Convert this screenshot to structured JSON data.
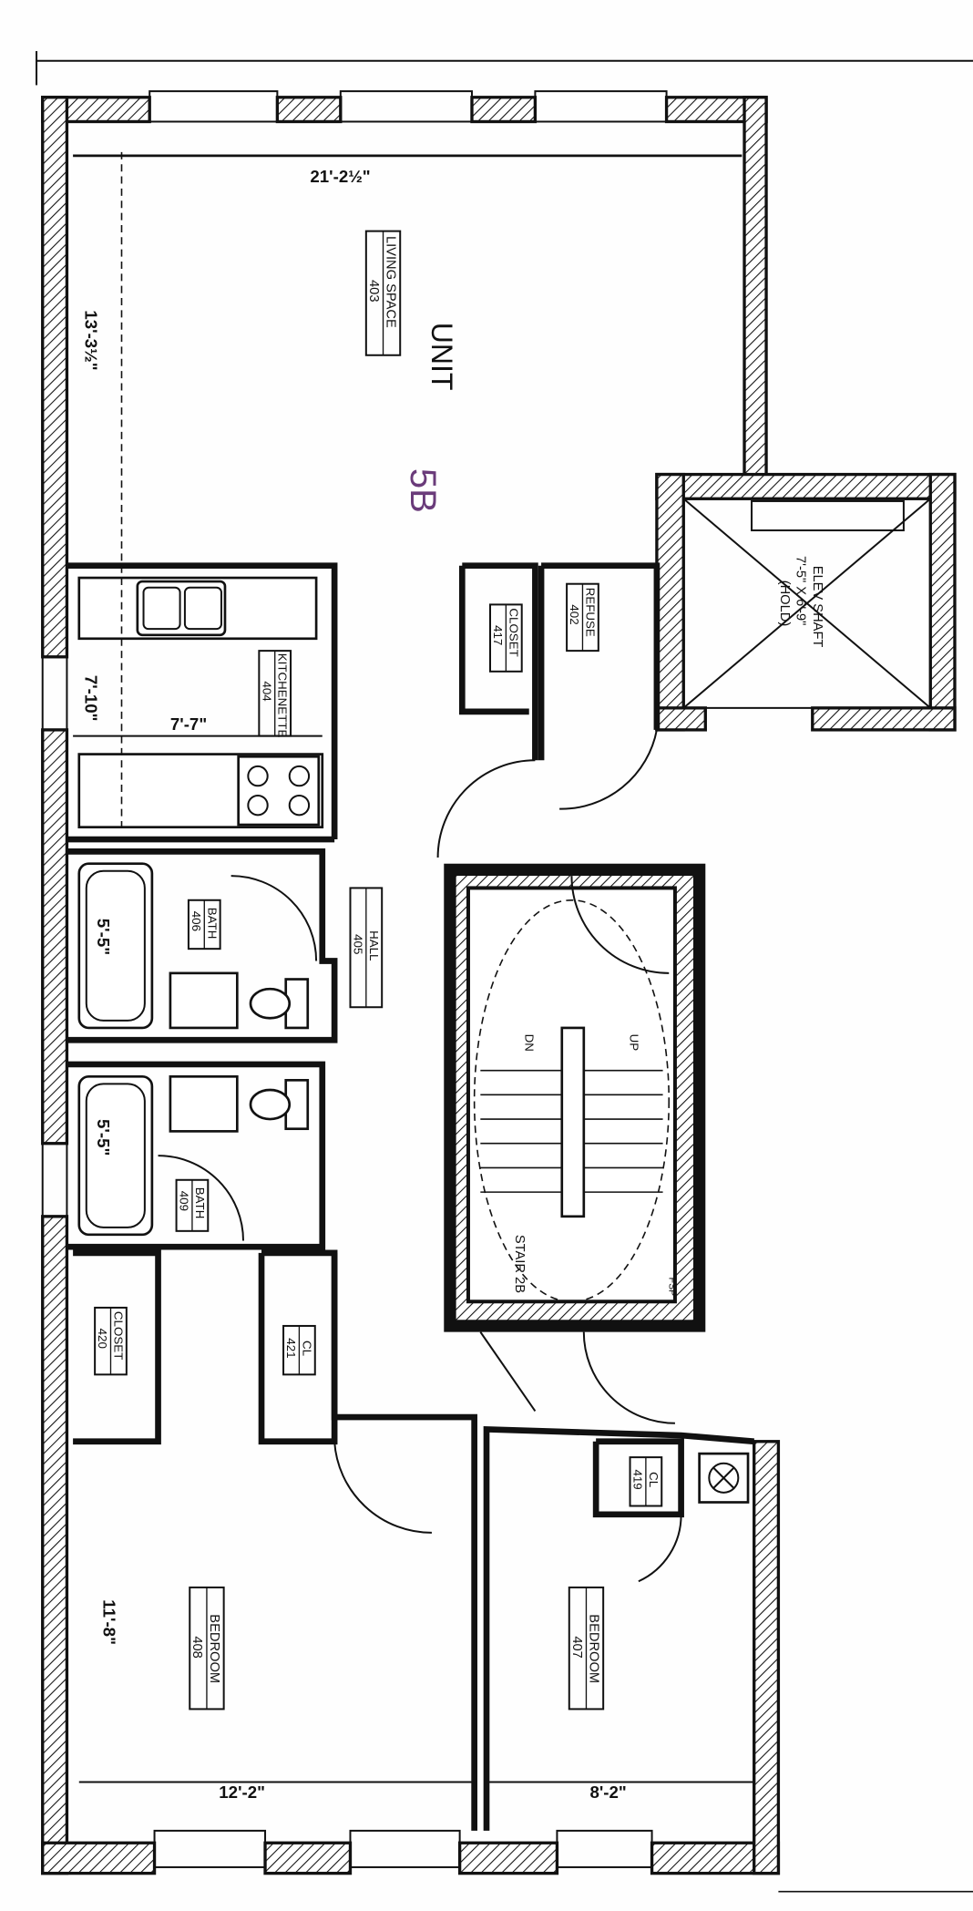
{
  "plan": {
    "unit_label": "UNIT",
    "unit_handwritten": "5B",
    "rooms": {
      "living": {
        "name": "LIVING SPACE",
        "number": "403"
      },
      "kitchenette": {
        "name": "KITCHENETTE",
        "number": "404"
      },
      "bath_406": {
        "name": "BATH",
        "number": "406"
      },
      "hall": {
        "name": "HALL",
        "number": "405"
      },
      "bath_409": {
        "name": "BATH",
        "number": "409"
      },
      "closet_420": {
        "name": "CLOSET",
        "number": "420"
      },
      "cl_421": {
        "name": "CL",
        "number": "421"
      },
      "bedroom_408": {
        "name": "BEDROOM",
        "number": "408"
      },
      "bedroom_407": {
        "name": "BEDROOM",
        "number": "407"
      },
      "cl_419": {
        "name": "CL",
        "number": "419"
      },
      "closet_417": {
        "name": "CLOSET",
        "number": "417"
      },
      "refuse": {
        "name": "REFUSE",
        "number": "402"
      },
      "elevator": {
        "line1": "ELEV SHAFT",
        "line2": "7'-5\" X 6'-9\"",
        "line3": "(HOLD)"
      },
      "stair": {
        "name": "STAIR 2B",
        "dn": "DN",
        "up": "UP",
        "fsp": "FSP"
      }
    },
    "dimensions": {
      "living_width": "21'-2½\"",
      "living_length": "13'-3½\"",
      "kitchen_length": "7'-10\"",
      "kitchen_width": "7'-7\"",
      "bath_406_tub": "5'-5\"",
      "bath_409_tub": "5'-5\"",
      "bedroom_408_length": "11'-8\"",
      "bedroom_408_width": "12'-2\"",
      "bedroom_407_width": "8'-2\""
    }
  }
}
